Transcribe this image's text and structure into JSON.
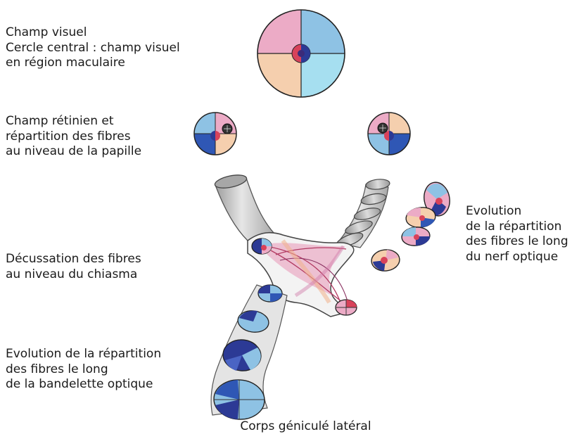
{
  "labels": {
    "visual_field": [
      "Champ visuel",
      "Cercle central : champ visuel",
      "en région maculaire"
    ],
    "retinal_field": [
      "Champ rétinien et",
      "répartition des fibres",
      "au niveau de la papille"
    ],
    "decussation": [
      "Décussation des fibres",
      "au niveau du chiasma"
    ],
    "optic_tract": [
      "Evolution de la répartition",
      "des fibres le long",
      "de la bandelette optique"
    ],
    "optic_nerve": [
      "Evolution",
      "de la répartition",
      "des fibres le long",
      "du nerf optique"
    ],
    "lgn": "Corps géniculé latéral"
  },
  "colors": {
    "pink": "#ecabc6",
    "blue": "#8ec2e4",
    "orange": "#f5cfae",
    "cyan": "#a6dff0",
    "navy": "#2c3a95",
    "red": "#d8425a",
    "grey": "#b8b8b8",
    "chiasm_pink": "#e9a4c0"
  }
}
